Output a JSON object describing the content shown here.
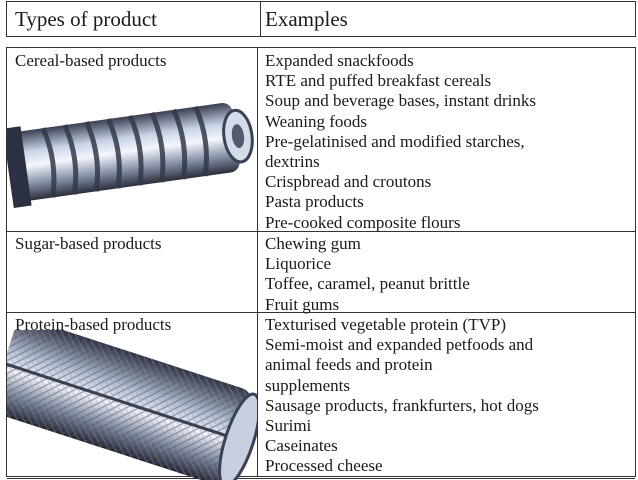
{
  "header": {
    "col1": "Types of product",
    "col2": "Examples"
  },
  "rows": [
    {
      "type": "Cereal-based products",
      "examples": [
        "Expanded snackfoods",
        "RTE and puffed breakfast cereals",
        "Soup and beverage bases, instant drinks",
        "Weaning foods",
        "Pre-gelatinised and modified starches,",
        "dextrins",
        "Crispbread and croutons",
        "Pasta products",
        "Pre-cooked composite flours"
      ]
    },
    {
      "type": "Sugar-based products",
      "examples": [
        "Chewing gum",
        "Liquorice",
        "Toffee, caramel, peanut brittle",
        "Fruit gums"
      ]
    },
    {
      "type": "Protein-based products",
      "examples": [
        "Texturised vegetable protein (TVP)",
        "Semi-moist and expanded petfoods and",
        "animal feeds and protein",
        "supplements",
        "Sausage products, frankfurters, hot dogs",
        "Surimi",
        "Caseinates",
        "Processed cheese"
      ]
    }
  ]
}
